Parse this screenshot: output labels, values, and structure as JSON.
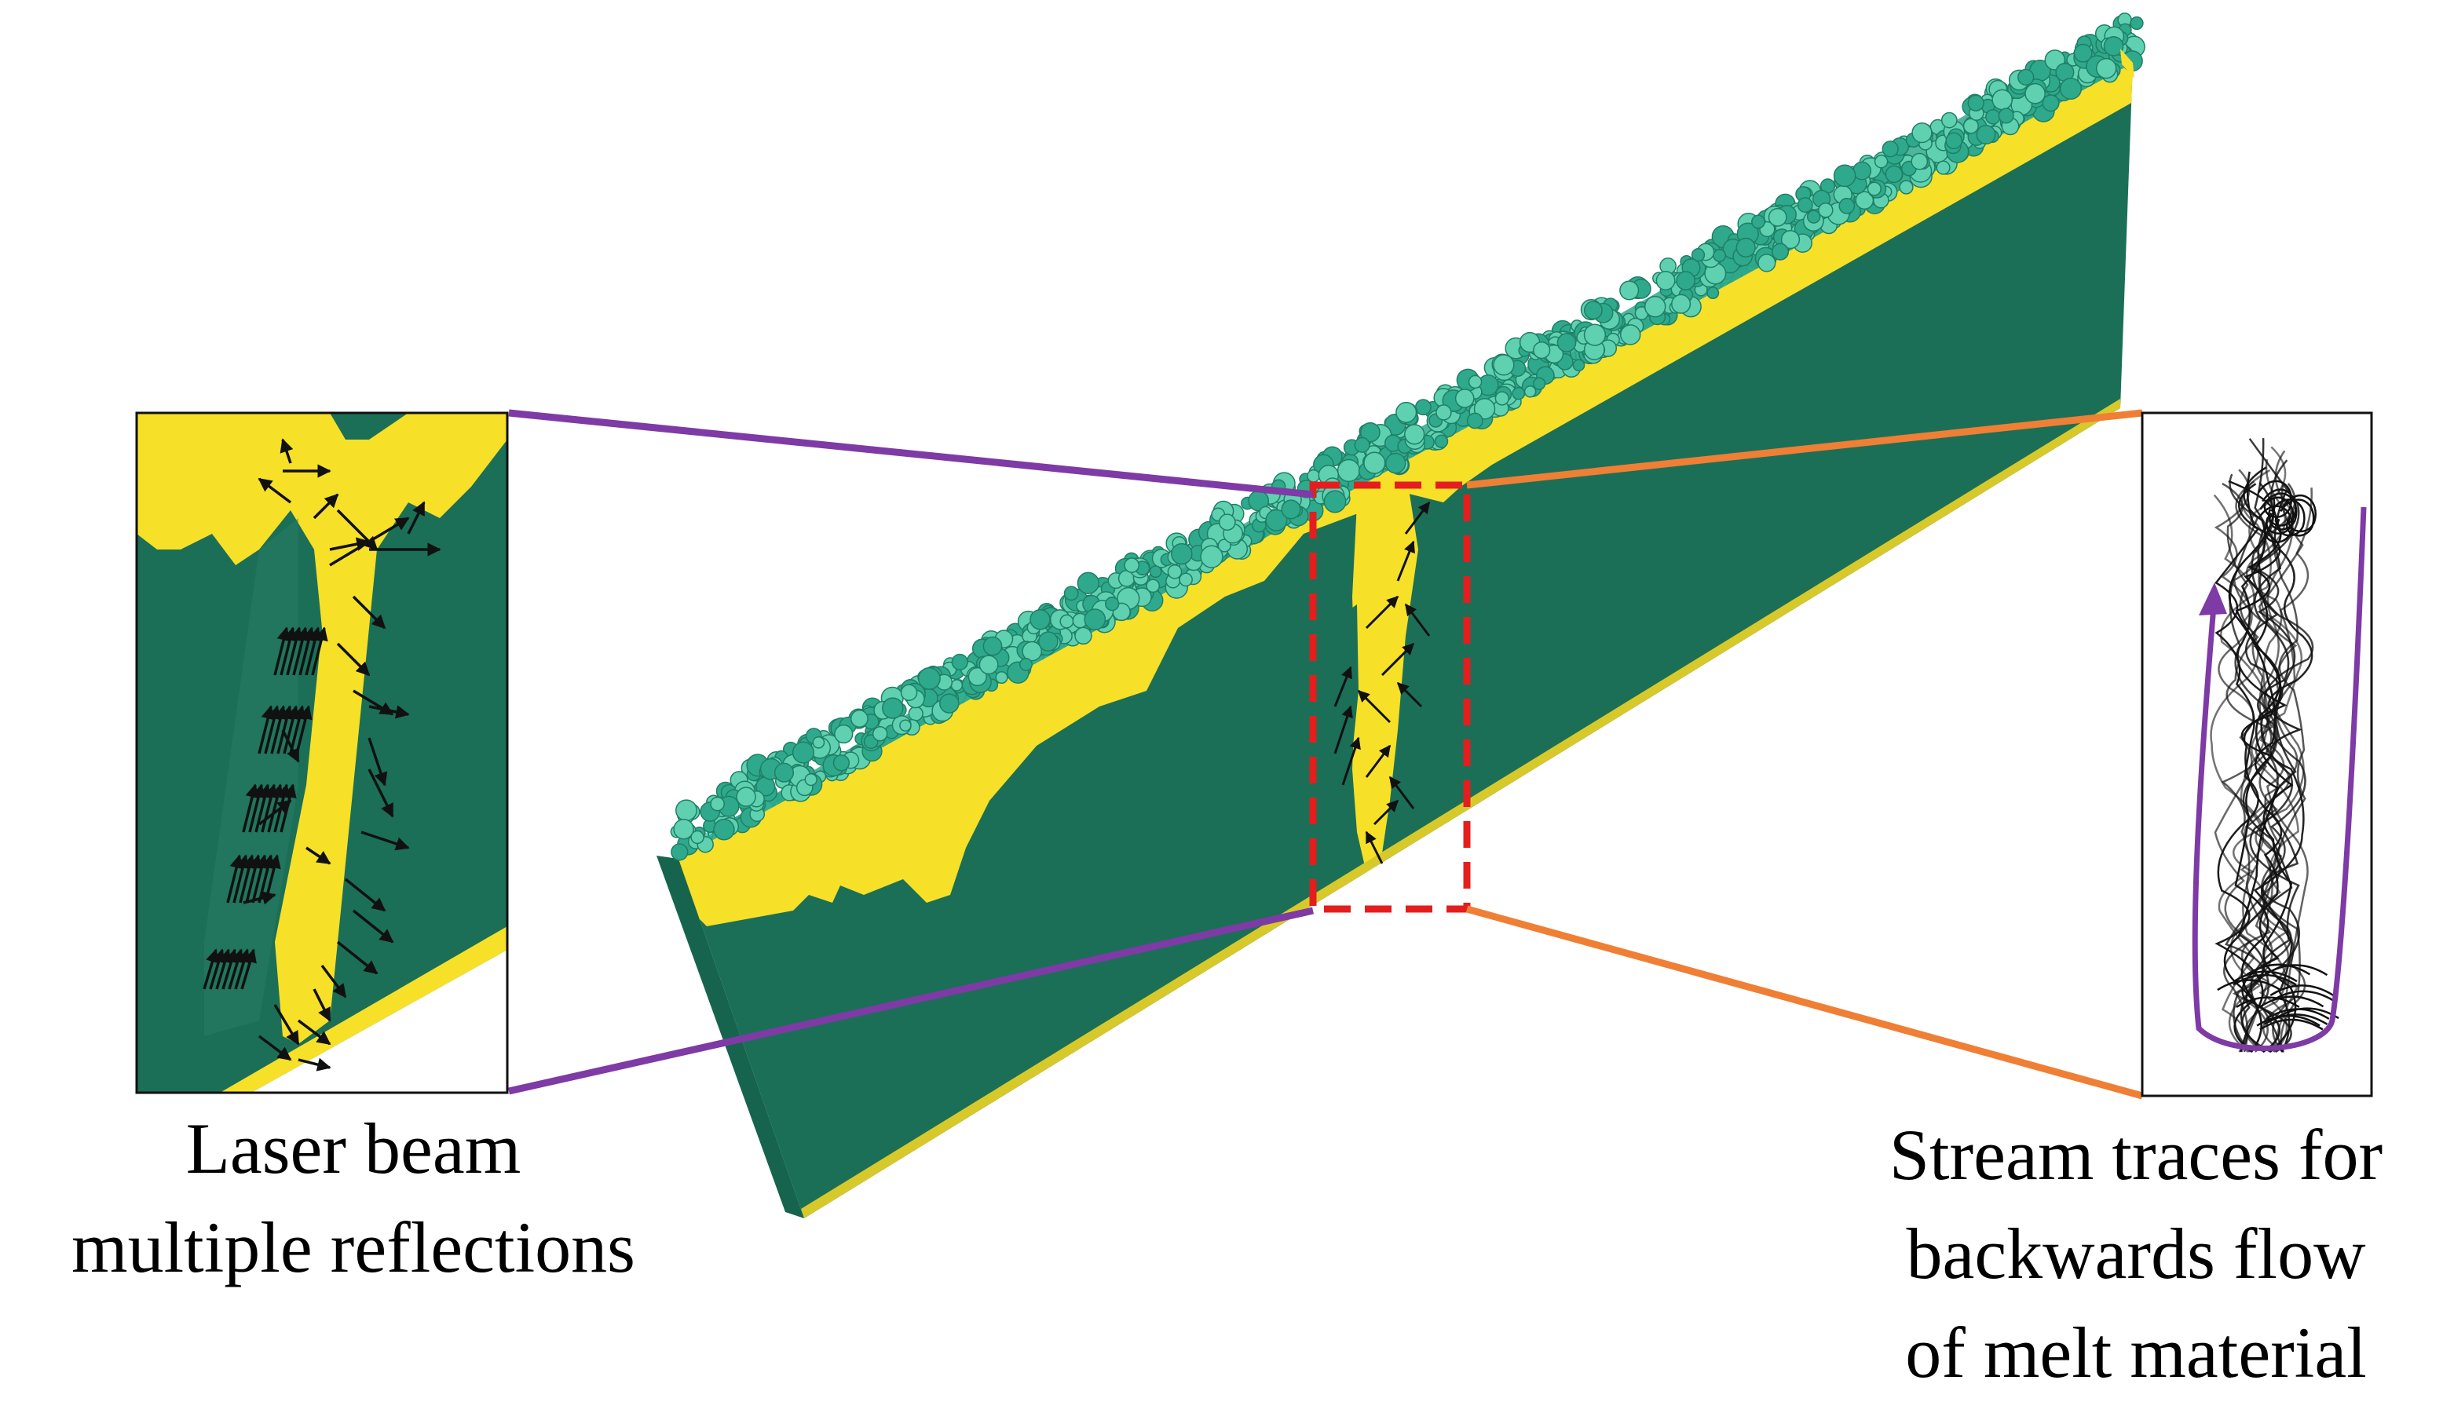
{
  "captions": {
    "left": {
      "line1": "Laser beam",
      "line2": "multiple reflections"
    },
    "right": {
      "line1": "Stream traces for",
      "line2": "backwards flow",
      "line3": "of melt material"
    }
  },
  "colors": {
    "substrate": "#1b6f57",
    "substrate_dark": "#155e49",
    "melt": "#f7e028",
    "powder": "#2fa98b",
    "powder_light": "#5fd1b1",
    "left_connector": "#7e3aa5",
    "right_connector": "#ef7f35",
    "highlight_box": "#e41e1e",
    "arrows": "#111111"
  },
  "icons": {
    "left_inset": "laser-reflection-vectors",
    "right_inset": "stream-trace-lines",
    "flow_direction": "curved-arrow-up"
  }
}
